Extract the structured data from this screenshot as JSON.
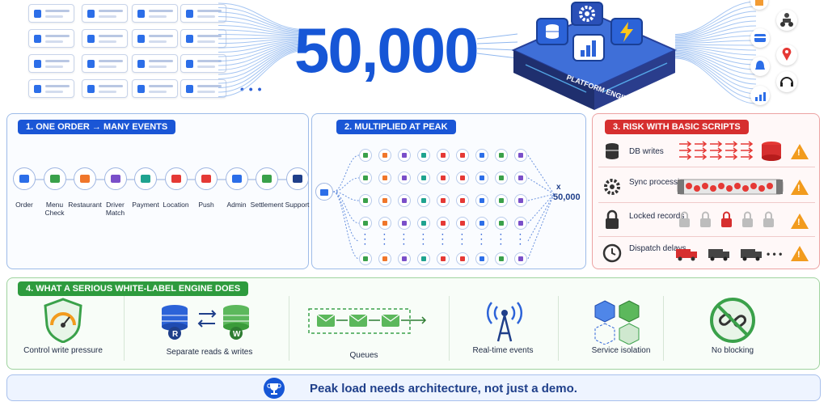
{
  "hero": {
    "number": "50,000",
    "dots": "• • •"
  },
  "engine": {
    "label": "PLATFORM ENGINE"
  },
  "panel1": {
    "title": "1. ONE ORDER → MANY EVENTS",
    "steps": [
      "Order",
      "Menu Check",
      "Restaurant",
      "Driver Match",
      "Payment",
      "Location",
      "Push",
      "Admin",
      "Settlement",
      "Support"
    ]
  },
  "panel2": {
    "title": "2. MULTIPLIED AT PEAK",
    "multiplier_x": "x",
    "multiplier_value": "50,000"
  },
  "panel3": {
    "title": "3. RISK WITH BASIC SCRIPTS",
    "rows": [
      "DB writes",
      "Sync processing",
      "Locked records",
      "Dispatch delays"
    ]
  },
  "panel4": {
    "title": "4. WHAT A SERIOUS WHITE-LABEL ENGINE DOES",
    "features": [
      "Control write pressure",
      "Separate reads & writes",
      "Queues",
      "Real-time events",
      "Service isolation",
      "No blocking"
    ],
    "read_badge": "R",
    "write_badge": "W"
  },
  "footer": {
    "text": "Peak load needs architecture, not just a demo."
  },
  "colors": {
    "primary": "#1656d6",
    "risk": "#e53935",
    "success": "#3aa14a",
    "warning": "#f29b1d"
  }
}
